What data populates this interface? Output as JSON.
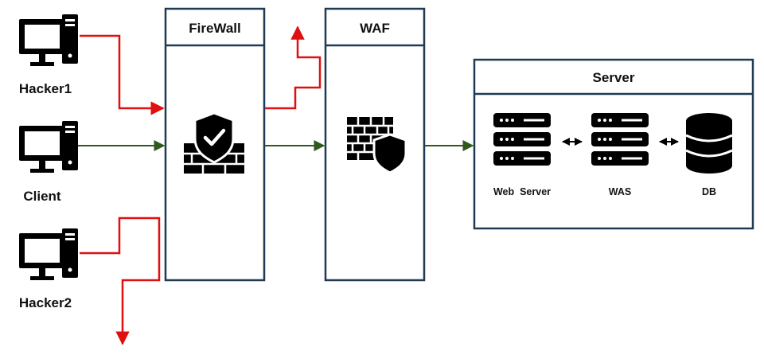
{
  "clients": {
    "hacker1": "Hacker1",
    "client": "Client",
    "hacker2": "Hacker2"
  },
  "firewall": {
    "title": "FireWall"
  },
  "waf": {
    "title": "WAF"
  },
  "server": {
    "title": "Server",
    "web_server": "Web  Server",
    "was": "WAS",
    "db": "DB"
  },
  "colors": {
    "box_border": "#1f3a55",
    "blocked": "#e01010",
    "allowed": "#2e5a1e",
    "icon": "#000000"
  },
  "icons": {
    "computer": "desktop-computer-icon",
    "firewall": "firewall-shield-check-icon",
    "waf": "brick-wall-shield-icon",
    "server": "server-rack-icon",
    "db": "database-icon",
    "link": "double-arrow-icon"
  }
}
